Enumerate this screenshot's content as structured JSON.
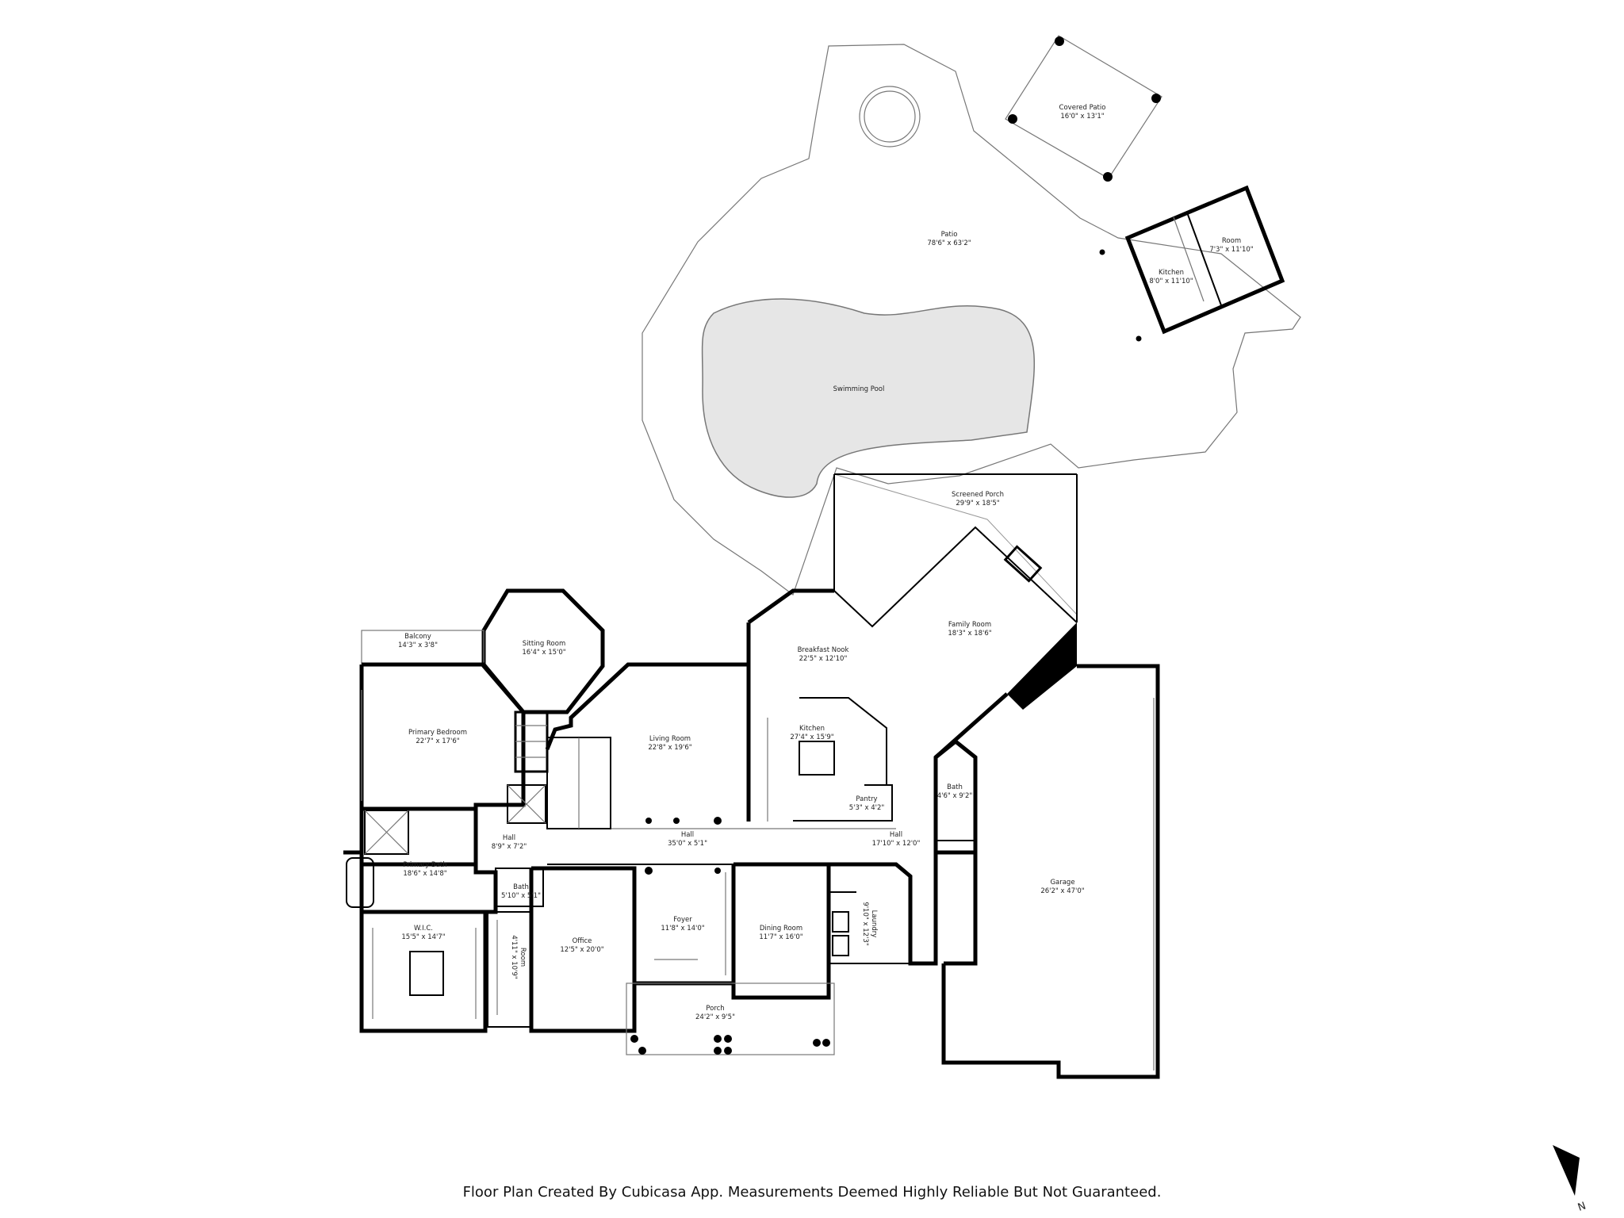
{
  "rooms": [
    {
      "id": "covered-patio",
      "label": "Covered Patio",
      "dims": "16'0\" x 13'1\""
    },
    {
      "id": "patio",
      "label": "Patio",
      "dims": "78'6\" x 63'2\""
    },
    {
      "id": "outdoor-kitchen",
      "label": "Kitchen",
      "dims": "8'0\" x 11'10\""
    },
    {
      "id": "outdoor-room",
      "label": "Room",
      "dims": "7'3\" x 11'10\""
    },
    {
      "id": "swimming-pool",
      "label": "Swimming Pool",
      "dims": ""
    },
    {
      "id": "screened-porch",
      "label": "Screened Porch",
      "dims": "29'9\" x 18'5\""
    },
    {
      "id": "family-room",
      "label": "Family Room",
      "dims": "18'3\" x 18'6\""
    },
    {
      "id": "breakfast-nook",
      "label": "Breakfast Nook",
      "dims": "22'5\" x 12'10\""
    },
    {
      "id": "sitting-room",
      "label": "Sitting Room",
      "dims": "16'4\" x 15'0\""
    },
    {
      "id": "balcony",
      "label": "Balcony",
      "dims": "14'3\" x 3'8\""
    },
    {
      "id": "primary-bedroom",
      "label": "Primary Bedroom",
      "dims": "22'7\" x 17'6\""
    },
    {
      "id": "living-room",
      "label": "Living Room",
      "dims": "22'8\" x 19'6\""
    },
    {
      "id": "kitchen",
      "label": "Kitchen",
      "dims": "27'4\" x 15'9\""
    },
    {
      "id": "pantry",
      "label": "Pantry",
      "dims": "5'3\" x 4'2\""
    },
    {
      "id": "bath-garage",
      "label": "Bath",
      "dims": "4'6\" x 9'2\""
    },
    {
      "id": "hall-small",
      "label": "Hall",
      "dims": "8'9\" x 7'2\""
    },
    {
      "id": "hall-main",
      "label": "Hall",
      "dims": "35'0\" x 5'1\""
    },
    {
      "id": "hall-east",
      "label": "Hall",
      "dims": "17'10\" x 12'0\""
    },
    {
      "id": "primary-bath",
      "label": "Primary Bath",
      "dims": "18'6\" x 14'8\""
    },
    {
      "id": "bath-small",
      "label": "Bath",
      "dims": "5'10\" x 5'1\""
    },
    {
      "id": "garage",
      "label": "Garage",
      "dims": "26'2\" x 47'0\""
    },
    {
      "id": "laundry",
      "label": "Laundry",
      "dims": "9'10\" x 12'3\""
    },
    {
      "id": "foyer",
      "label": "Foyer",
      "dims": "11'8\" x 14'0\""
    },
    {
      "id": "dining-room",
      "label": "Dining Room",
      "dims": "11'7\" x 16'0\""
    },
    {
      "id": "wic",
      "label": "W.I.C.",
      "dims": "15'5\" x 14'7\""
    },
    {
      "id": "office",
      "label": "Office",
      "dims": "12'5\" x 20'0\""
    },
    {
      "id": "room-closet",
      "label": "Room",
      "dims": "4'11\" x 10'9\""
    },
    {
      "id": "porch",
      "label": "Porch",
      "dims": "24'2\" x 9'5\""
    }
  ],
  "compass": {
    "label": "N"
  },
  "footer": {
    "text": "Floor Plan Created By Cubicasa App. Measurements Deemed Highly Reliable But Not Guaranteed."
  }
}
